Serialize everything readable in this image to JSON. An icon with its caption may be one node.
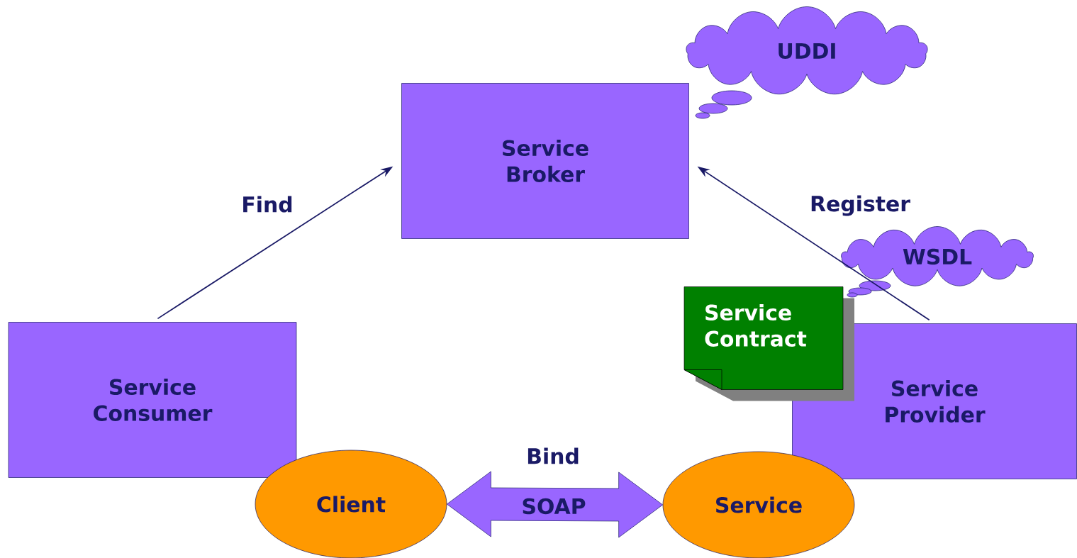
{
  "diagram": {
    "nodes": [
      {
        "text": [
          "Service Broker"
        ]
      },
      {
        "text": [
          "UDDI"
        ]
      },
      {
        "text": [
          "Service Consumer"
        ]
      },
      {
        "text": [
          "Service Provider"
        ]
      },
      {
        "text": [
          "WSDL"
        ]
      },
      {
        "text": [
          "Service Contract"
        ]
      },
      {
        "text": [
          "Client"
        ]
      },
      {
        "text": [
          "Service"
        ]
      }
    ],
    "edges": [
      {
        "from": 2,
        "to": 0,
        "arrow": "to",
        "label": "Find"
      },
      {
        "from": 3,
        "to": 0,
        "arrow": "to",
        "label": "Register"
      },
      {
        "from": 6,
        "to": 7,
        "arrow": "both",
        "label": "Bind",
        "style": "thick"
      }
    ],
    "labels": [
      "SOAP"
    ]
  }
}
